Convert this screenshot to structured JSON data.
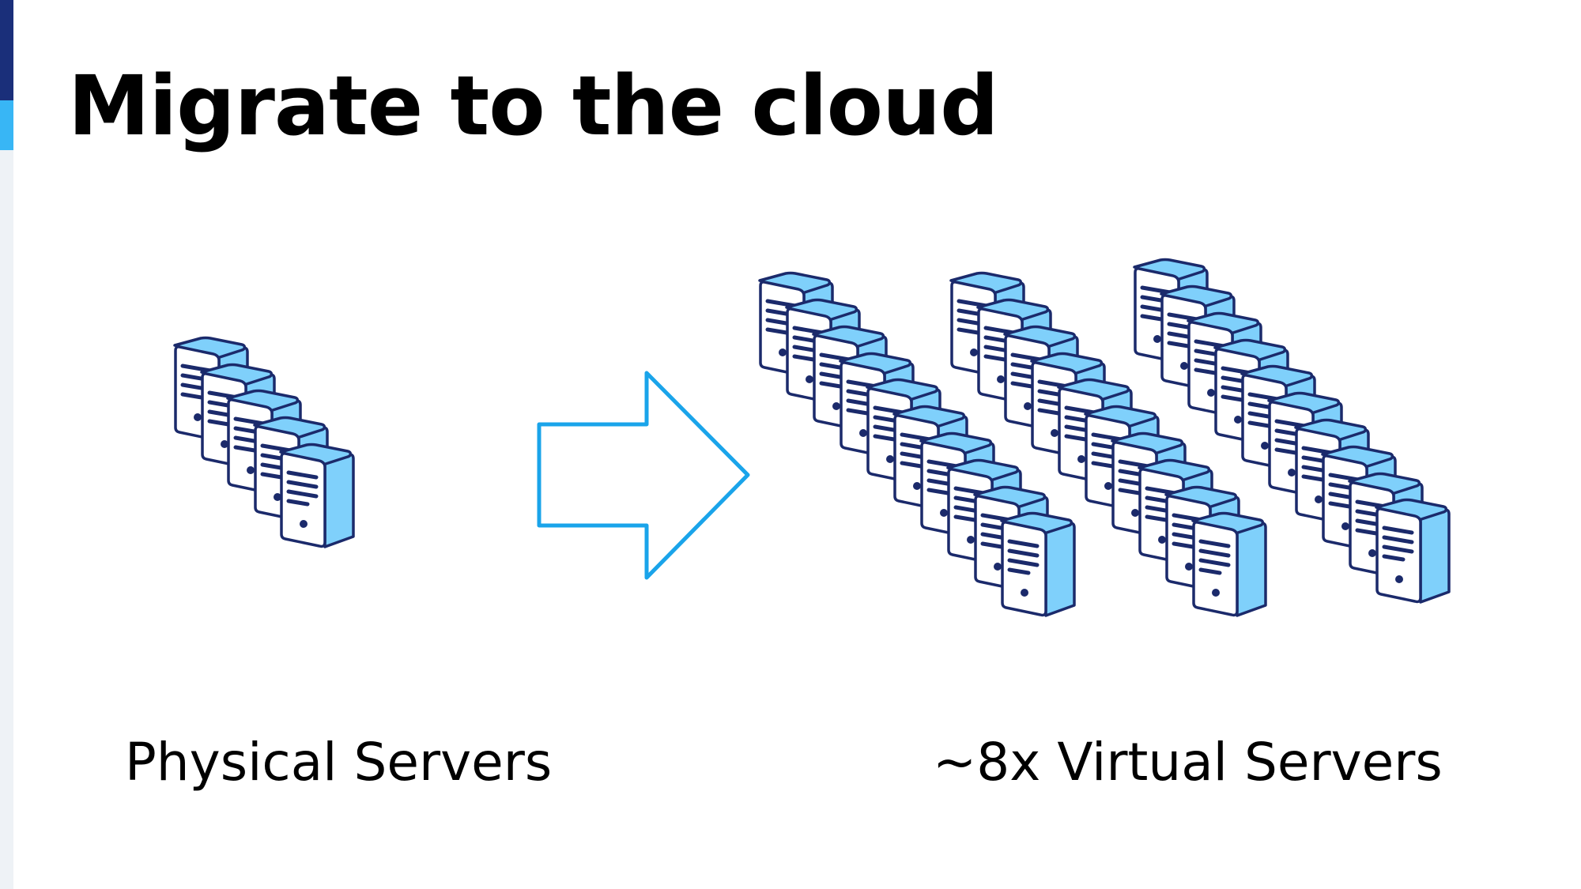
{
  "slide": {
    "title": "Migrate to the cloud",
    "left_caption": "Physical Servers",
    "right_caption": "~8x Virtual Servers"
  },
  "icons": {
    "server": "server-icon",
    "arrow": "right-arrow-icon"
  },
  "groups": [
    {
      "name": "physical",
      "server_count": 5
    },
    {
      "name": "virtual",
      "server_count": 30
    }
  ],
  "colors": {
    "accent_dark": "#1a2f7a",
    "accent_light": "#38b6f5",
    "server_fill": "#7fd0fb",
    "server_outline": "#1b2a6b",
    "arrow": "#1aa4ea"
  }
}
